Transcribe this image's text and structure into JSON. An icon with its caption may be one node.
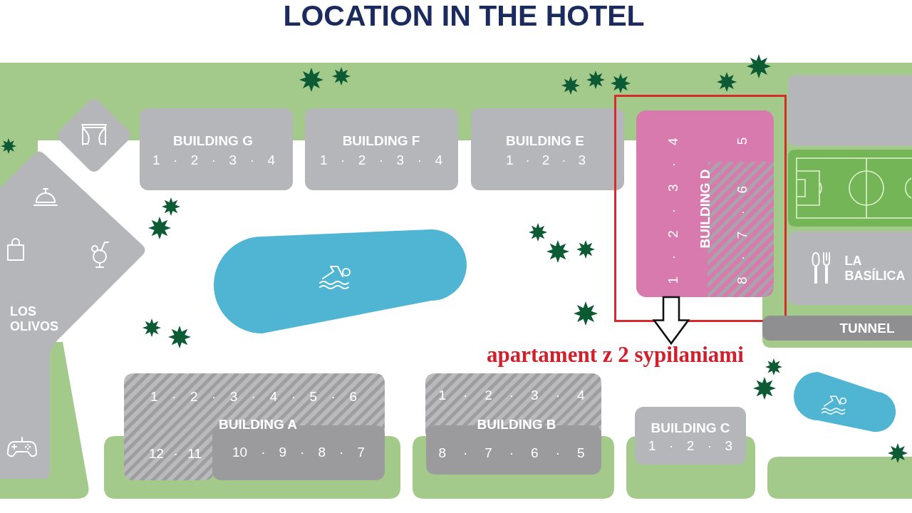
{
  "diagram": {
    "title": "LOCATION IN THE HOTEL",
    "nodes": [
      {
        "text": [],
        "shape": "diamond"
      },
      {
        "text": [
          "BUILDING G",
          "1 · 2 · 3 · 4"
        ]
      },
      {
        "text": [
          "BUILDING F",
          "1 · 2 · 3 · 4"
        ]
      },
      {
        "text": [
          "BUILDING E",
          "1 · 2 · 3"
        ]
      },
      {
        "text": [],
        "shape": "box"
      },
      {
        "text": [
          "BUILDING D",
          "1 · 2 · 3 · 4",
          "8 · 7 · 6",
          "5"
        ],
        "in": 4
      },
      {
        "text": [],
        "shape": "box"
      },
      {
        "text": [
          "LOS OLIVOS"
        ]
      },
      {
        "text": [
          "LA BASÍLICA"
        ]
      },
      {
        "text": [
          "TUNNEL"
        ]
      },
      {
        "text": [
          "apartament z 2 sypilaniami"
        ]
      },
      {
        "text": [
          "1 · 2 · 3 · 4 · 5 · 6",
          "BUILDING A",
          "12 · 11",
          "10 · 9 · 8 · 7"
        ]
      },
      {
        "text": [
          "1 · 2 · 3 · 4",
          "BUILDING B",
          "8 · 7 · 6 · 5"
        ]
      },
      {
        "text": [
          "BUILDING C",
          "1 · 2 · 3"
        ]
      }
    ],
    "edges": [
      {
        "from": 5,
        "to": 10,
        "arrow": "to"
      }
    ]
  }
}
